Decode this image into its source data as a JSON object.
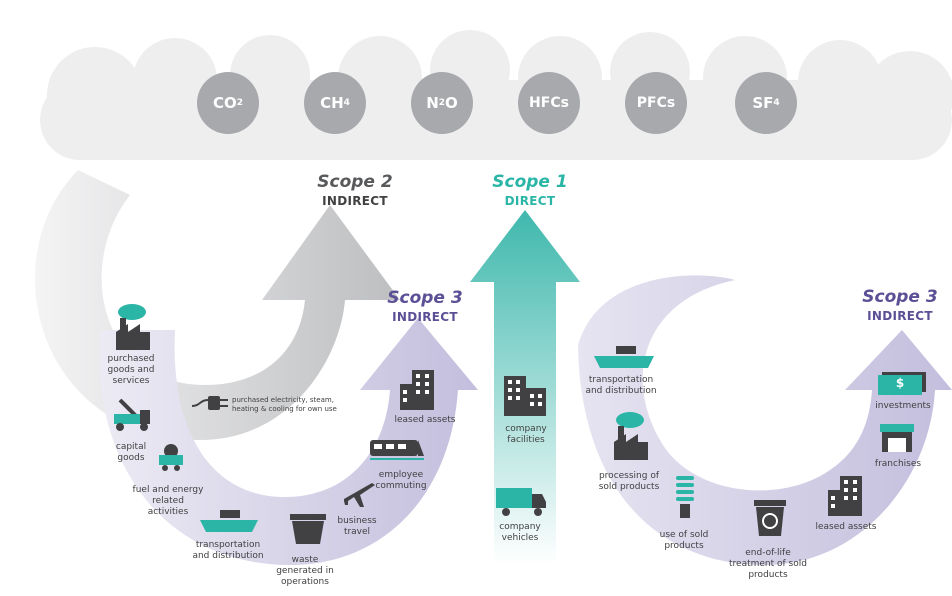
{
  "gases": [
    {
      "base": "CO",
      "sub": "2"
    },
    {
      "base": "CH",
      "sub": "4"
    },
    {
      "base": "N",
      "sub": "2",
      "tail": "O"
    },
    {
      "base": "HFCs",
      "sub": ""
    },
    {
      "base": "PFCs",
      "sub": ""
    },
    {
      "base": "SF",
      "sub": "4"
    }
  ],
  "scopes": {
    "scope2": {
      "title": "Scope 2",
      "subtitle": "INDIRECT"
    },
    "scope1": {
      "title": "Scope 1",
      "subtitle": "DIRECT"
    },
    "scope3_left": {
      "title": "Scope 3",
      "subtitle": "INDIRECT"
    },
    "scope3_right": {
      "title": "Scope 3",
      "subtitle": "INDIRECT"
    }
  },
  "labels": {
    "purchased_goods": "purchased goods and services",
    "capital_goods": "capital goods",
    "fuel_energy": "fuel and energy related activities",
    "transport_up": "transportation and distribution",
    "waste": "waste generated in operations",
    "business_travel": "business travel",
    "employee_commuting": "employee commuting",
    "leased_assets_up": "leased assets",
    "purchased_electricity": "purchased electricity, steam, heating & cooling for own use",
    "company_facilities": "company facilities",
    "company_vehicles": "company vehicles",
    "transport_down": "transportation and distribution",
    "processing": "processing of sold products",
    "use_sold": "use of sold products",
    "end_of_life": "end-of-life treatment of sold products",
    "leased_assets_down": "leased assets",
    "franchises": "franchises",
    "investments": "investments",
    "investments_symbol": "$"
  },
  "colors": {
    "gas_circle": "#a7a9ac",
    "cloud": "#eeeeef",
    "scope1_teal": "#3fb8ad",
    "scope2_gray": "#c9cacc",
    "scope3_purple": "#cfcbe4",
    "scope3_text": "#5b4f96",
    "icon_dark": "#414042",
    "icon_teal": "#2bb5a7",
    "text_dark": "#414042"
  }
}
